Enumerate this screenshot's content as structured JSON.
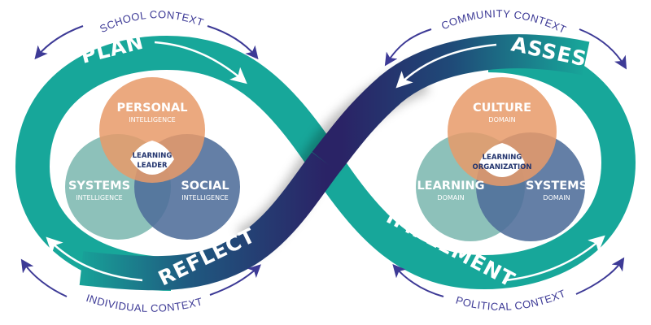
{
  "colors": {
    "teal": "#17a79a",
    "navy": "#2a2366",
    "context_text": "#3d3a96",
    "orange": "#e79a69",
    "light_teal": "#83bcb4",
    "slate_blue": "#4f6d9a",
    "center_text": "#22346e"
  },
  "contexts": {
    "top_left": "SCHOOL CONTEXT",
    "top_right": "COMMUNITY CONTEXT",
    "bottom_left": "INDIVIDUAL CONTEXT",
    "bottom_right": "POLITICAL CONTEXT"
  },
  "phases": {
    "plan": "PLAN",
    "assess": "ASSESS",
    "reflect": "REFLECT",
    "implement": "IMPLEMENT"
  },
  "left_venn": {
    "top": {
      "title": "PERSONAL",
      "subtitle": "INTELLIGENCE"
    },
    "left": {
      "title": "SYSTEMS",
      "subtitle": "INTELLIGENCE"
    },
    "right": {
      "title": "SOCIAL",
      "subtitle": "INTELLIGENCE"
    },
    "center": {
      "line1": "LEARNING",
      "line2": "LEADER"
    }
  },
  "right_venn": {
    "top": {
      "title": "CULTURE",
      "subtitle": "DOMAIN"
    },
    "left": {
      "title": "LEARNING",
      "subtitle": "DOMAIN"
    },
    "right": {
      "title": "SYSTEMS",
      "subtitle": "DOMAIN"
    },
    "center": {
      "line1": "LEARNING",
      "line2": "ORGANIZATION"
    }
  }
}
